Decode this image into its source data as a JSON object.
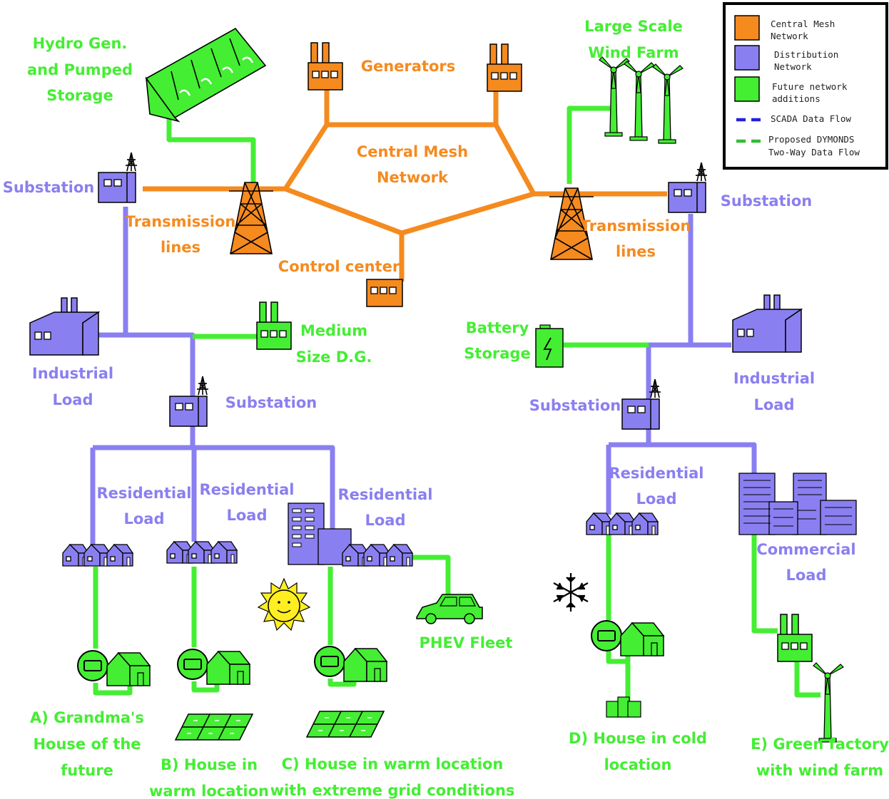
{
  "colors": {
    "central": "#f58a1f",
    "distribution": "#8a7ff0",
    "future": "#44ee33",
    "scada": "#2222dd",
    "dymonds": "#33bb33",
    "outline": "#000000"
  },
  "legend": {
    "items": [
      {
        "label_line1": "Central Mesh",
        "label_line2": "Network",
        "kind": "swatch",
        "color": "#f58a1f"
      },
      {
        "label_line1": "Distribution",
        "label_line2": "Network",
        "kind": "swatch",
        "color": "#8a7ff0"
      },
      {
        "label_line1": "Future network",
        "label_line2": "additions",
        "kind": "swatch",
        "color": "#44ee33"
      },
      {
        "label_line1": "SCADA Data Flow",
        "label_line2": "",
        "kind": "dash",
        "color": "#2222dd"
      },
      {
        "label_line1": "Proposed DYMONDS",
        "label_line2": "Two-Way Data Flow",
        "kind": "dash",
        "color": "#33bb33"
      }
    ]
  },
  "labels": {
    "hydro": [
      "Hydro Gen.",
      "and Pumped",
      "Storage"
    ],
    "generators": "Generators",
    "wind_farm": [
      "Large Scale",
      "Wind Farm"
    ],
    "central_mesh": [
      "Central Mesh",
      "Network"
    ],
    "substation_left": "Substation",
    "substation_right": "Substation",
    "transmission_left": [
      "Transmission",
      "lines"
    ],
    "transmission_right": [
      "Transmission",
      "lines"
    ],
    "control_center": "Control center",
    "medium_dg": [
      "Medium",
      "Size D.G."
    ],
    "battery": [
      "Battery",
      "Storage"
    ],
    "industrial_left": [
      "Industrial",
      "Load"
    ],
    "industrial_right": [
      "Industrial",
      "Load"
    ],
    "substation_mid_left": "Substation",
    "substation_mid_right": "Substation",
    "res_load_1": [
      "Residential",
      "Load"
    ],
    "res_load_2": [
      "Residential",
      "Load"
    ],
    "res_load_3": [
      "Residential",
      "Load"
    ],
    "res_load_4": [
      "Residential",
      "Load"
    ],
    "commercial": [
      "Commercial",
      "Load"
    ],
    "phev": "PHEV Fleet",
    "case_a": [
      "A) Grandma's",
      "House of the",
      "future"
    ],
    "case_b": [
      "B) House in",
      "warm location"
    ],
    "case_c": [
      "C) House in warm location",
      "with extreme grid conditions"
    ],
    "case_d": [
      "D) House in cold",
      "location"
    ],
    "case_e": [
      "E) Green factory",
      "with wind farm"
    ]
  }
}
